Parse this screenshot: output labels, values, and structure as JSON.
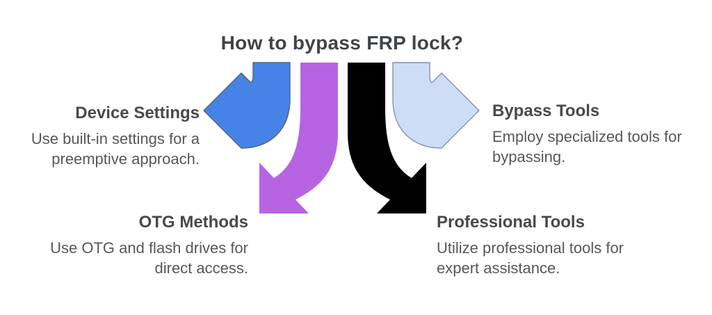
{
  "title": "How to bypass FRP lock?",
  "colors": {
    "background": "#ffffff",
    "title_text": "#414447",
    "heading_text": "#47494c",
    "body_text": "#55585b"
  },
  "items": [
    {
      "id": "device-settings",
      "title": "Device Settings",
      "description": "Use built-in settings for a\npreemptive approach.",
      "arrow_direction": "left",
      "arrow_color": "#4583e6",
      "arrow_outline": "#59616c"
    },
    {
      "id": "otg-methods",
      "title": "OTG Methods",
      "description": "Use OTG and flash drives for\ndirect access.",
      "arrow_direction": "down-left",
      "arrow_color": "#b764e3",
      "arrow_outline": "none"
    },
    {
      "id": "professional-tools",
      "title": "Professional Tools",
      "description": "Utilize professional tools for\nexpert assistance.",
      "arrow_direction": "down-right",
      "arrow_color": "#000000",
      "arrow_outline": "none"
    },
    {
      "id": "bypass-tools",
      "title": "Bypass Tools",
      "description": "Employ specialized tools for\nbypassing.",
      "arrow_direction": "right",
      "arrow_color": "#cfdcf6",
      "arrow_outline": "#8292a9"
    }
  ]
}
